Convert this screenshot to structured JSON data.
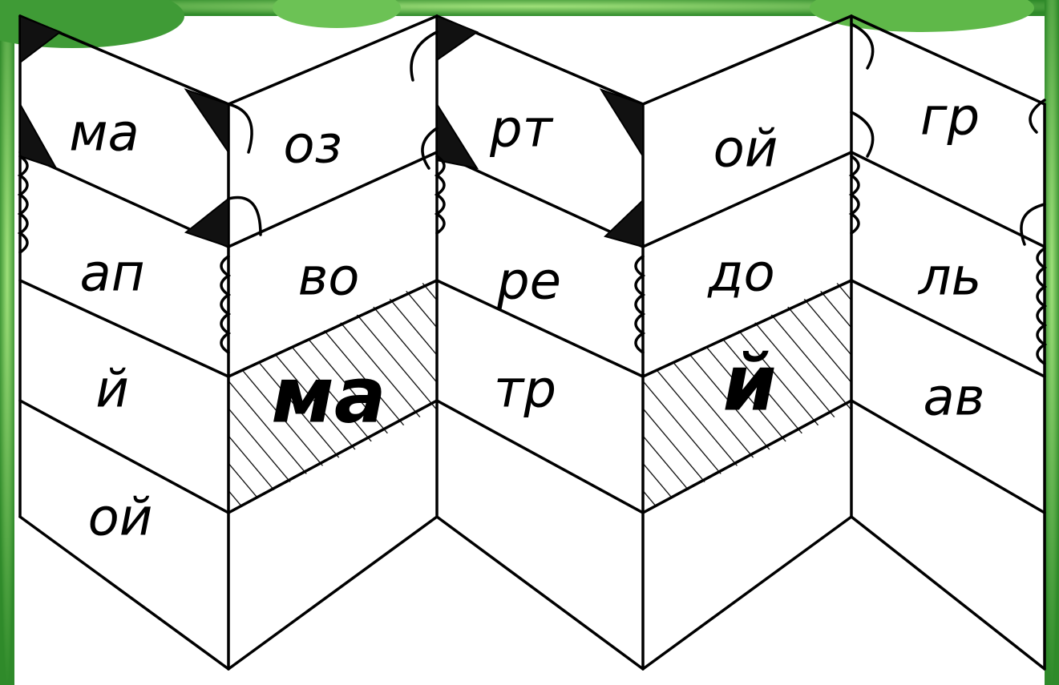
{
  "background": {
    "color": "#ffffff",
    "accent_green": "#4aa53c"
  },
  "panels": [
    {
      "cells": [
        "ма",
        "ап",
        "й",
        "ой"
      ]
    },
    {
      "cells": [
        "оз",
        "во",
        "ма",
        ""
      ]
    },
    {
      "cells": [
        "рт",
        "ре",
        "тр",
        ""
      ]
    },
    {
      "cells": [
        "ой",
        "до",
        "й",
        ""
      ]
    },
    {
      "cells": [
        "гр",
        "ль",
        "ав",
        ""
      ]
    }
  ]
}
